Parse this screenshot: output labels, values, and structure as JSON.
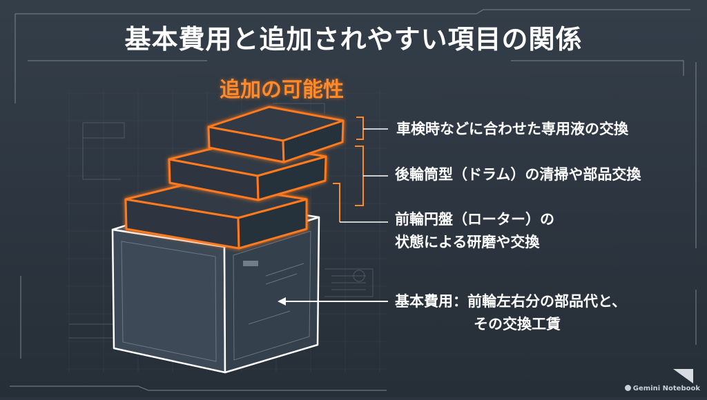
{
  "title": "基本費用と追加されやすい項目の関係",
  "addition_heading": "追加の可能性",
  "labels": {
    "fluid": "車検時などに合わせた専用液の交換",
    "drum": "後輪筒型（ドラム）の清掃や部品交換",
    "rotor_line1": "前輪円盤（ローター）の",
    "rotor_line2": "状態による研磨や交換",
    "base_line1": "基本費用：前輪左右分の部品代と、",
    "base_line2": "その交換工賃"
  },
  "watermark": "Gemini Notebook",
  "colors": {
    "background": "#2c353f",
    "accent_orange": "#ff8a2a",
    "text_white": "#ffffff",
    "base_box_face": "#3d4956"
  }
}
